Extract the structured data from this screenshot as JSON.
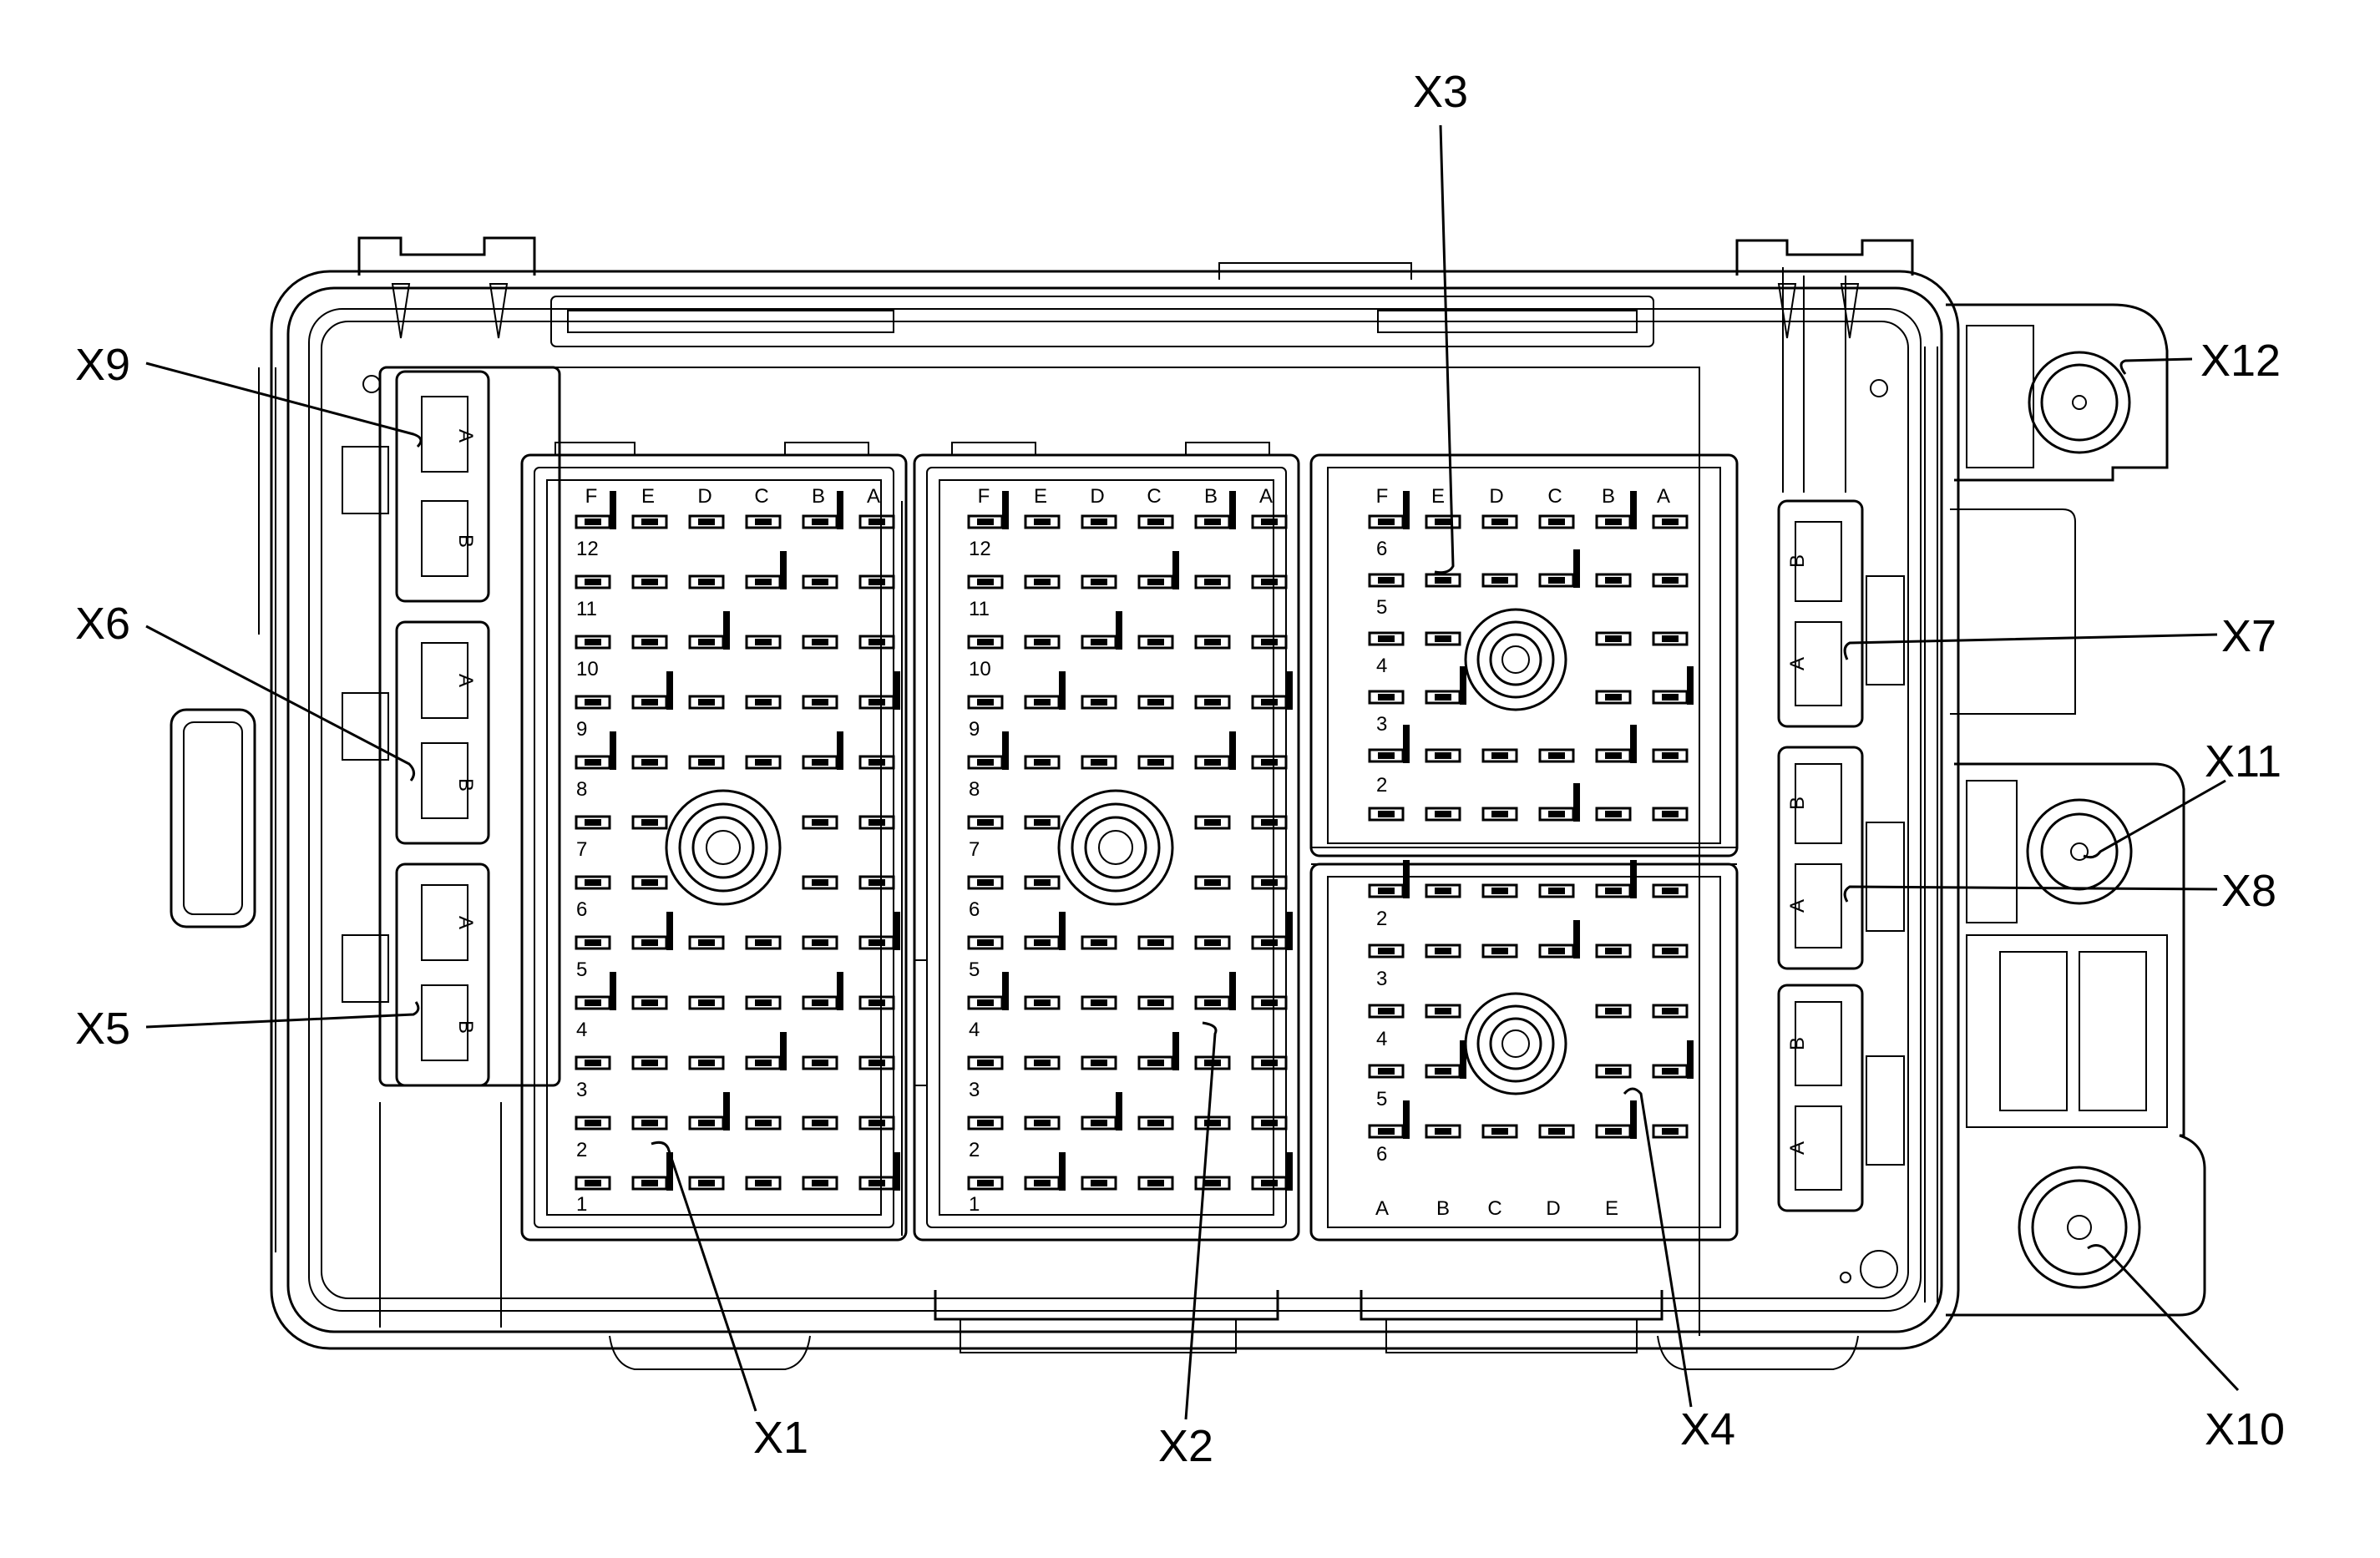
{
  "callouts": {
    "x1": "X1",
    "x2": "X2",
    "x3": "X3",
    "x4": "X4",
    "x5": "X5",
    "x6": "X6",
    "x7": "X7",
    "x8": "X8",
    "x9": "X9",
    "x10": "X10",
    "x11": "X11",
    "x12": "X12"
  },
  "connector_x1": {
    "columns": [
      "F",
      "E",
      "D",
      "C",
      "B",
      "A"
    ],
    "rows": [
      "12",
      "11",
      "10",
      "9",
      "8",
      "7",
      "6",
      "5",
      "4",
      "3",
      "2",
      "1"
    ]
  },
  "connector_x2": {
    "columns": [
      "F",
      "E",
      "D",
      "C",
      "B",
      "A"
    ],
    "rows": [
      "12",
      "11",
      "10",
      "9",
      "8",
      "7",
      "6",
      "5",
      "4",
      "3",
      "2",
      "1"
    ]
  },
  "connector_x3": {
    "columns": [
      "F",
      "E",
      "D",
      "C",
      "B",
      "A"
    ],
    "rows": [
      "6",
      "5",
      "4",
      "3",
      "2"
    ]
  },
  "connector_x4": {
    "columns": [
      "A",
      "B",
      "C",
      "D",
      "E"
    ],
    "rows": [
      "2",
      "3",
      "4",
      "5",
      "6"
    ]
  },
  "side_connector_labels": {
    "x9_a": "A",
    "x9_b": "B",
    "x6_a": "A",
    "x6_b": "B",
    "x5_a": "A",
    "x5_b": "B",
    "x7_b": "B",
    "x7_a": "A",
    "x8_b": "B",
    "x8_a": "A",
    "lower_b": "B",
    "lower_a": "A"
  }
}
